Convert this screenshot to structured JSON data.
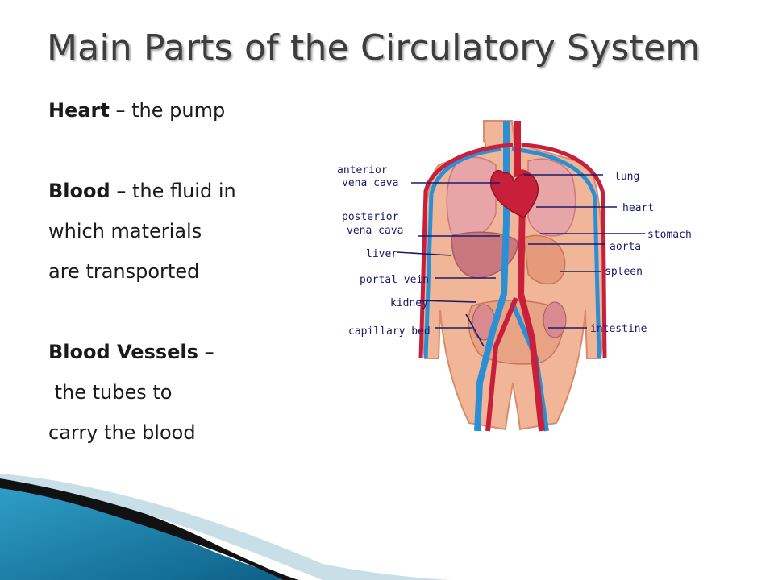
{
  "slide": {
    "title": "Main Parts of the Circulatory System",
    "definitions": [
      {
        "term": "Heart",
        "sep": " – ",
        "lines": [
          "the pump"
        ]
      },
      {
        "term": "Blood",
        "sep": " – ",
        "lines": [
          "the fluid in",
          "which materials",
          "are transported"
        ]
      },
      {
        "term": "Blood Vessels",
        "sep": " –",
        "lines": [
          " the tubes to",
          "carry the blood"
        ]
      }
    ]
  },
  "diagram": {
    "labels_left": [
      "anterior",
      "vena cava",
      "posterior",
      "vena cava",
      "liver",
      "portal vein",
      "kidney",
      "capillary bed"
    ],
    "labels_right": [
      "lung",
      "heart",
      "stomach",
      "aorta",
      "spleen",
      "intestine"
    ]
  },
  "colors": {
    "title": "#3d3d3d",
    "artery": "#c8203a",
    "vein": "#2b8fd6",
    "skin": "#f1b597",
    "accent_blue": "#1e88b8"
  }
}
